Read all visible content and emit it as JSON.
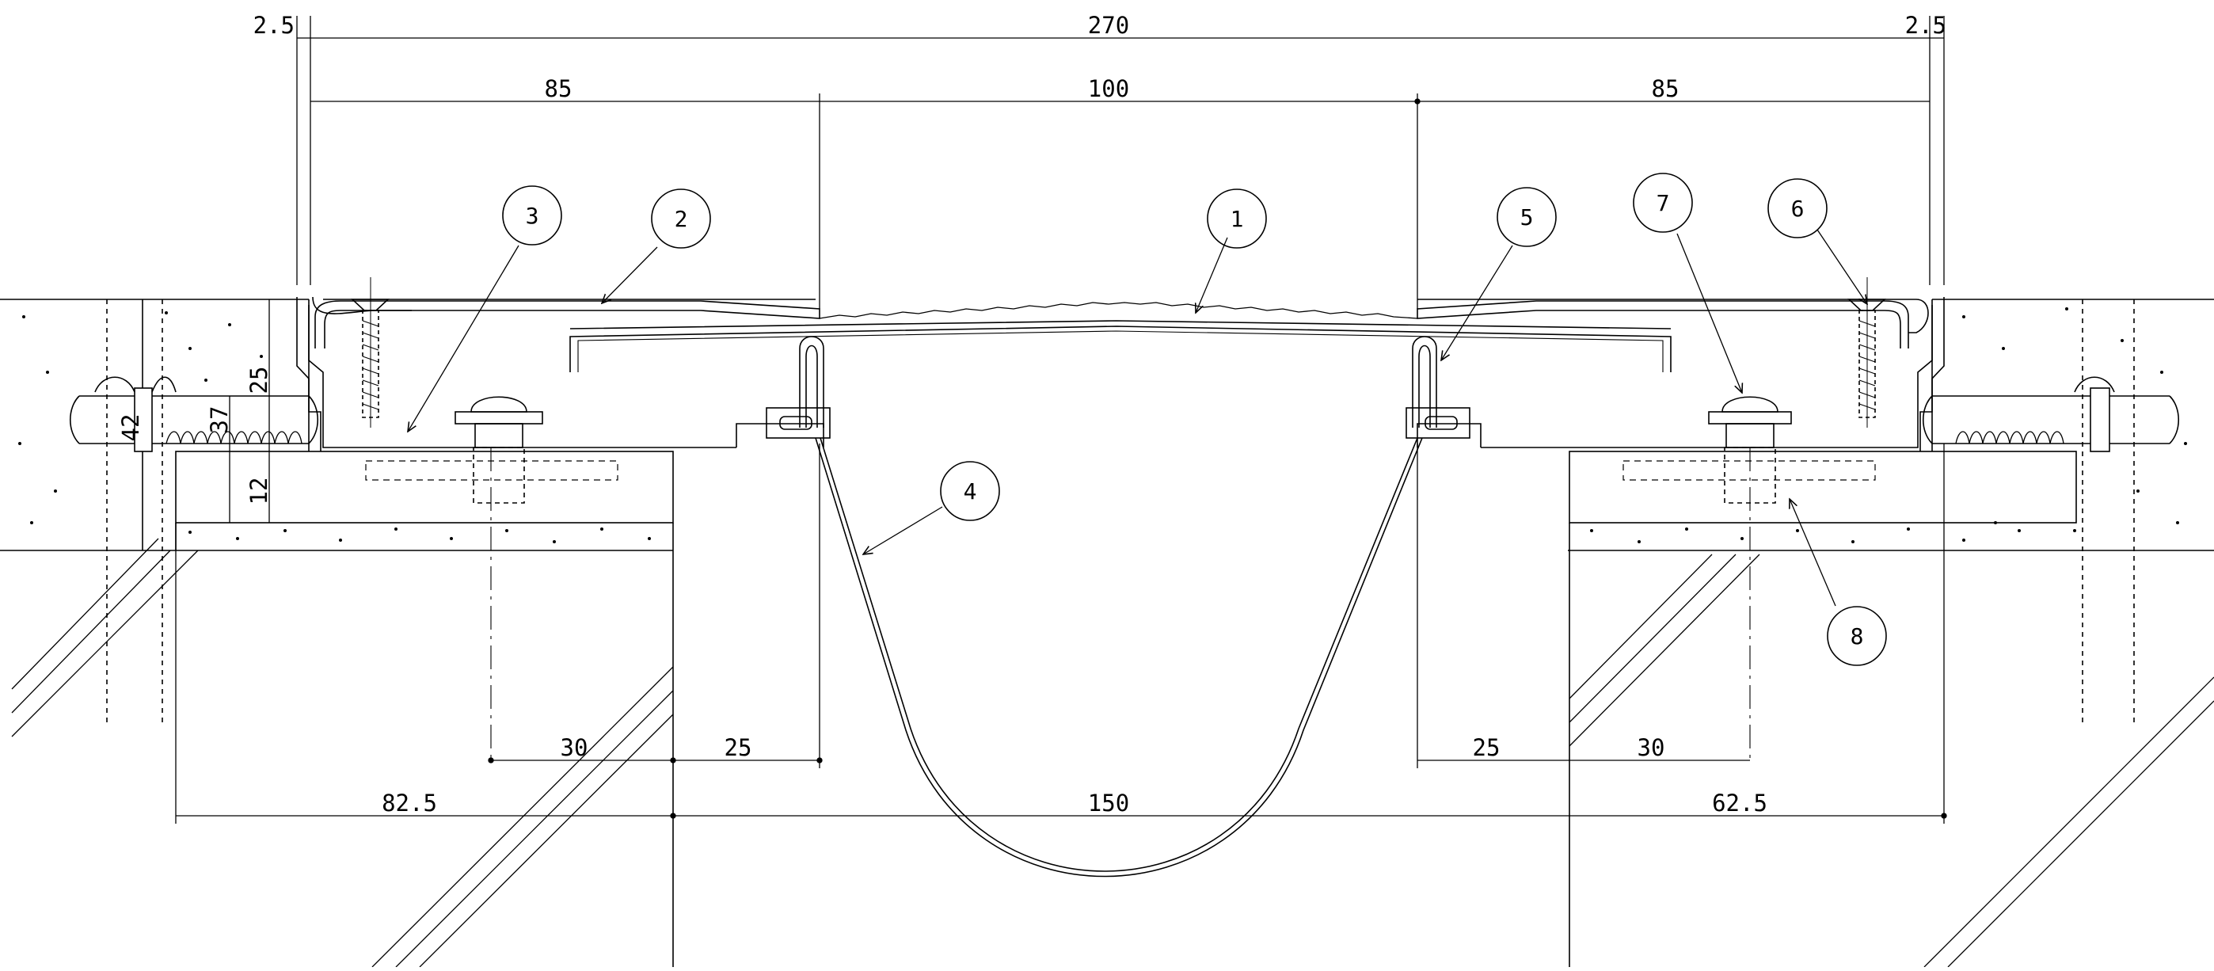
{
  "drawing": {
    "dimensions": {
      "total": "270",
      "gap_left": "2.5",
      "gap_right": "2.5",
      "plate_left": "85",
      "plate_center": "100",
      "plate_right": "85",
      "bolt_left": "30",
      "anchor_left": "25",
      "anchor_right": "25",
      "bolt_right": "30",
      "base_left": "82.5",
      "opening": "150",
      "base_right": "62.5",
      "height_42": "42",
      "height_37": "37",
      "height_25": "25",
      "height_12": "12"
    },
    "callouts": [
      "1",
      "2",
      "3",
      "4",
      "5",
      "6",
      "7",
      "8"
    ]
  }
}
